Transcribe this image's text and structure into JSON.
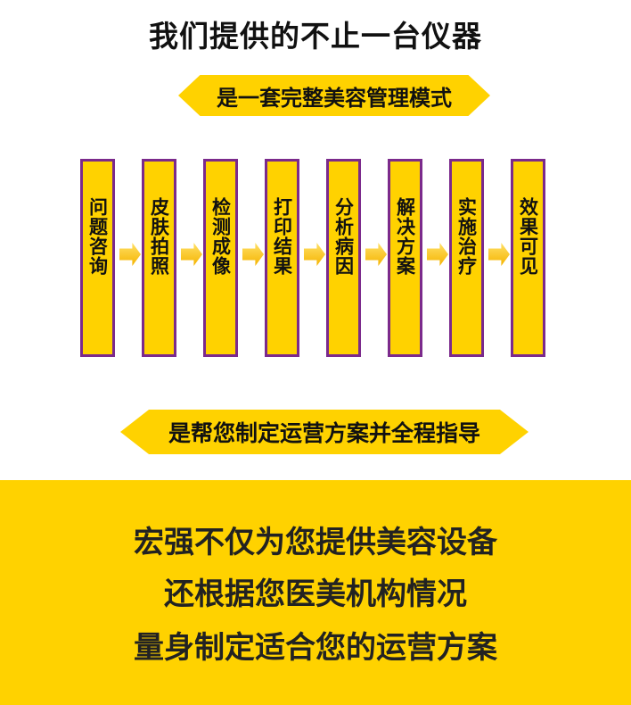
{
  "title": "我们提供的不止一台仪器",
  "banner_top": "是一套完整美容管理模式",
  "steps": [
    "问题咨询",
    "皮肤拍照",
    "检测成像",
    "打印结果",
    "分析病因",
    "解决方案",
    "实施治疗",
    "效果可见"
  ],
  "banner_bottom": "是帮您制定运营方案并全程指导",
  "footer_lines": [
    "宏强不仅为您提供美容设备",
    "还根据您医美机构情况",
    "量身制定适合您的运营方案"
  ],
  "colors": {
    "accent": "#FFD200",
    "box_border": "#7B2A8C",
    "text": "#111111"
  }
}
